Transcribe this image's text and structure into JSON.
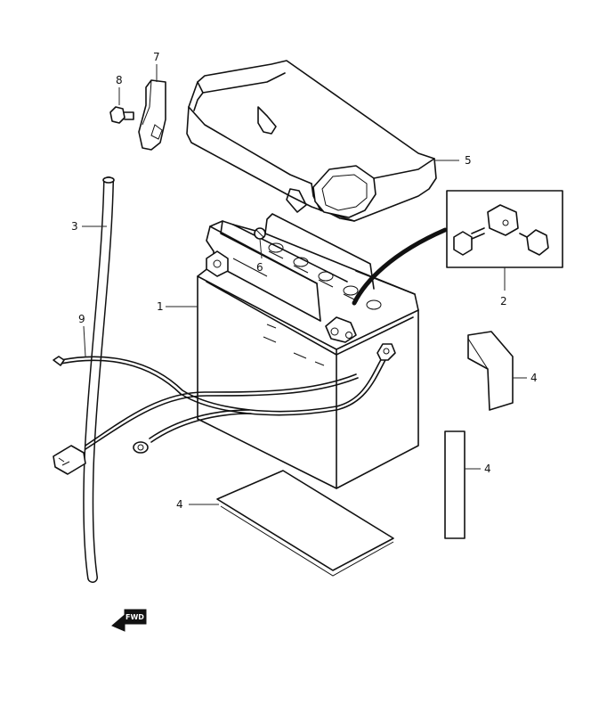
{
  "callouts": {
    "c1": "1",
    "c2": "2",
    "c3": "3",
    "c4a": "4",
    "c4b": "4",
    "c4c": "4",
    "c5": "5",
    "c6": "6",
    "c7": "7",
    "c8": "8",
    "c9": "9"
  },
  "direction_arrow": {
    "label": "FWD",
    "icon": "forward-arrow-icon"
  }
}
